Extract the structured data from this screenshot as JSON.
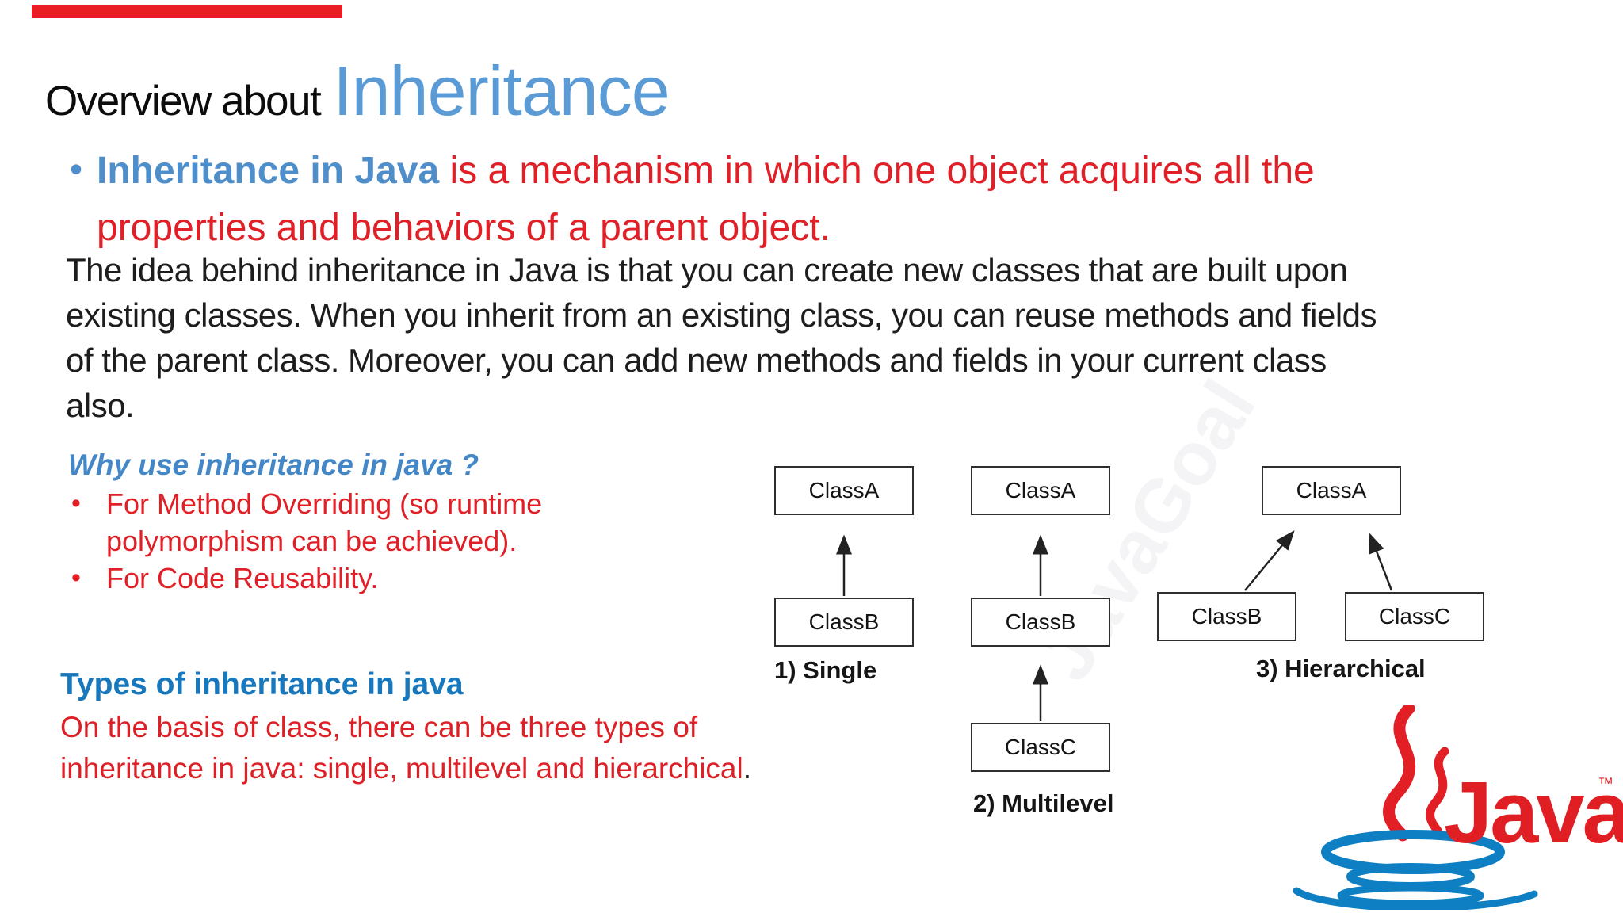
{
  "slide": {
    "top_bar_color": "#e91d24",
    "title": {
      "prefix": "Overview about",
      "highlight": "Inheritance"
    },
    "intro_bullet": {
      "bullet_glyph": "•",
      "lead": "Inheritance in Java",
      "line1_rest": " is a mechanism in which one object acquires all the",
      "line2": "properties and behaviors of a parent object."
    },
    "paragraph": {
      "line1": "The idea behind inheritance in Java is that you can create new classes that are built upon",
      "line2": "existing classes. When you inherit from an existing class, you can reuse methods and fields",
      "line3": "of the parent class. Moreover, you can add new methods and fields in your current class",
      "line4": "also."
    },
    "why_section": {
      "heading": "Why use inheritance in java ?",
      "bullet_glyph": "•",
      "bullet1_line1": "For Method Overriding (so runtime",
      "bullet1_line2": "polymorphism can be achieved).",
      "bullet2": "For Code Reusability."
    },
    "types_section": {
      "heading": "Types of inheritance in java",
      "line1": "On the basis of class, there can be three types of",
      "line2": "inheritance in java: single, multilevel and hierarchical",
      "trailing_period": "."
    },
    "diagrams": {
      "single": {
        "label": "1) Single",
        "top_node": "ClassA",
        "bottom_node": "ClassB"
      },
      "multilevel": {
        "label": "2) Multilevel",
        "top_node": "ClassA",
        "middle_node": "ClassB",
        "bottom_node": "ClassC"
      },
      "hierarchical": {
        "label": "3) Hierarchical",
        "parent_node": "ClassA",
        "left_child": "ClassB",
        "right_child": "ClassC"
      }
    },
    "watermark": "JavaGoal",
    "java_logo": {
      "wordmark": "Java",
      "trademark": "™"
    },
    "colors": {
      "accent_blue": "#5b9bd5",
      "bullet_blue": "#4e8ecb",
      "types_blue": "#1878bd",
      "text_red": "#e01f26",
      "logo_red": "#e01f25",
      "logo_blue": "#0e7fc2",
      "body_black": "#1d1d1d"
    }
  }
}
